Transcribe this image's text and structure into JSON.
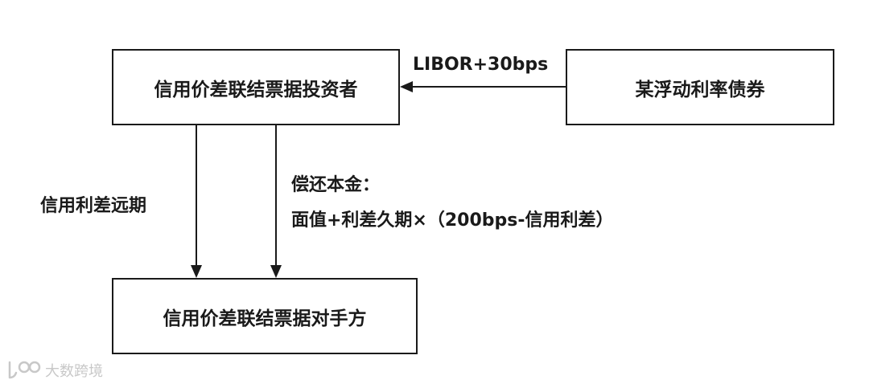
{
  "boxes": {
    "investor": "信用价差联结票据投资者",
    "bond": "某浮动利率债券",
    "counterparty": "信用价差联结票据对手方"
  },
  "labels": {
    "libor": "LIBOR+30bps",
    "spread_forward": "信用利差远期",
    "principal_line1": "偿还本金：",
    "principal_line2": "面值+利差久期×（200bps-信用利差）"
  },
  "watermark": {
    "text": "大数跨境"
  },
  "colors": {
    "line": "#1a1a1a",
    "watermark": "#c8c8c8"
  }
}
